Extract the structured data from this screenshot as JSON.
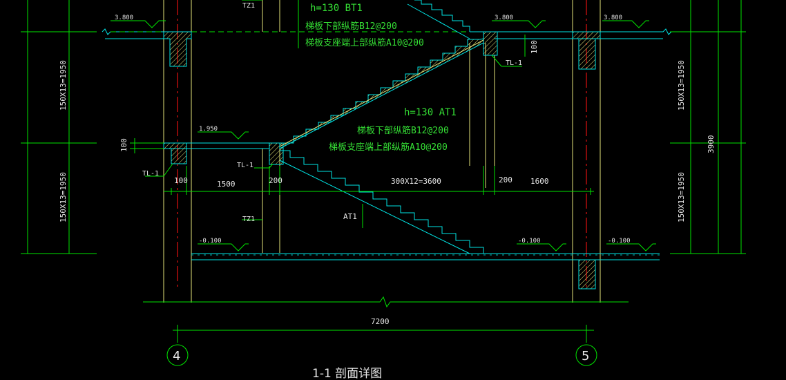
{
  "title": "1-1  剖面详图",
  "axes": {
    "left": "4",
    "right": "5"
  },
  "levels": {
    "top_left": "3.800",
    "top_mid": "3.800",
    "top_right": "3.800",
    "landing": "1.950",
    "ground_left": "-0.100",
    "ground_mid": "-0.100",
    "ground_right": "-0.100"
  },
  "flight_bt1": {
    "thickness": "h=130  BT1",
    "bottom_rebar": "梯板下部纵筋B12@200",
    "top_rebar": "梯板支座端上部纵筋A10@200"
  },
  "flight_at1": {
    "thickness": "h=130   AT1",
    "bottom_rebar": "梯板下部纵筋B12@200",
    "top_rebar": "梯板支座端上部纵筋A10@200",
    "label": "AT1"
  },
  "dimensions": {
    "d100": "100",
    "d1500": "1500",
    "d200_left": "200",
    "d_run": "300X12=3600",
    "d200_right": "200",
    "d1600": "1600",
    "d7200": "7200",
    "d_lower_left": "150X13=1950",
    "d_upper_left": "150X13=1950",
    "d_lower_right": "150X13=1950",
    "d_upper_right": "150X13=1950",
    "d_total_right": "3900",
    "d100_left": "100",
    "d100_right": "100"
  },
  "tags": {
    "tz1_top": "TZ1",
    "tz1_bottom": "TZ1",
    "tl1_mid": "TL-1",
    "tl1_left": "TL-1",
    "tl1_right": "TL-1"
  },
  "colors": {
    "background": "#000000",
    "concrete": "#00e5e5",
    "dimension": "#00e600",
    "column": "#e5e57a",
    "axis": "#e01010",
    "text": "#e8e8e8",
    "note": "#35e035"
  }
}
